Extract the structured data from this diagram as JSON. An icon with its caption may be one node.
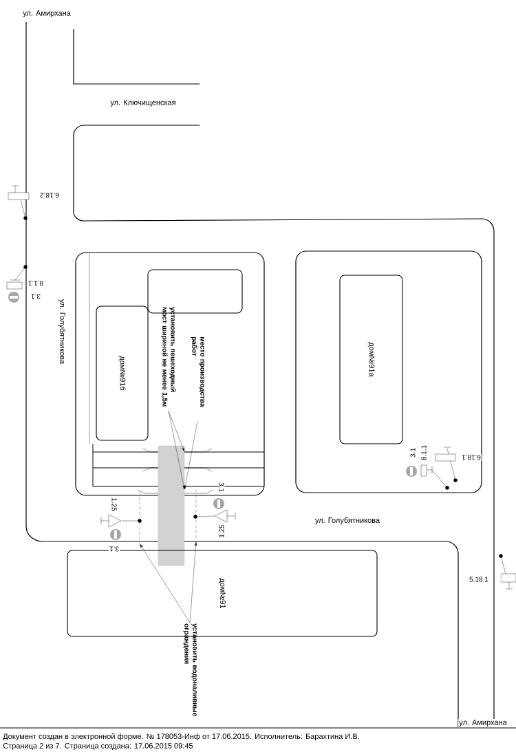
{
  "diagram": {
    "nodes": [
      {
        "text": [
          "установить пешеходный мост шириной не менее 1,5м"
        ]
      },
      {
        "text": [
          "место производства работ"
        ]
      },
      {
        "text": [],
        "shape": "box"
      },
      {
        "text": [
          "дом№91б"
        ]
      },
      {
        "text": [],
        "shape": "bar"
      },
      {
        "text": [
          "дом№91а"
        ]
      },
      {
        "text": [
          "дом№91"
        ]
      },
      {
        "text": [],
        "shape": "line"
      },
      {
        "text": [],
        "shape": "line"
      },
      {
        "text": [
          "установить водоналивные ограждения"
        ]
      }
    ],
    "edges": [
      {
        "from": 0,
        "to": 4,
        "arrow": "to"
      },
      {
        "from": 0,
        "to": 4,
        "arrow": "to"
      },
      {
        "from": 1,
        "to": 4,
        "arrow": "to"
      },
      {
        "from": 9,
        "to": 7,
        "arrow": "to"
      },
      {
        "from": 9,
        "to": 8,
        "arrow": "to"
      }
    ],
    "labels": [
      "ул. Амирхана",
      "ул. Ключищенская",
      "ул. Голубятникова",
      "6.18.2",
      "8.1.1",
      "3.1",
      "3.1",
      "8.1.1",
      "6.18.1",
      "1.25",
      "3.1",
      "3.1",
      "1.25",
      "ул. Голубятникова",
      "5.18.1",
      "ул. Амирхана",
      "Документ создан в электронной форме. № 178053-Инф от 17.06.2015. Исполнитель: Барахтина И.В.",
      "Страница 2 из 7. Страница создана: 17.06.2015 09:45"
    ]
  }
}
